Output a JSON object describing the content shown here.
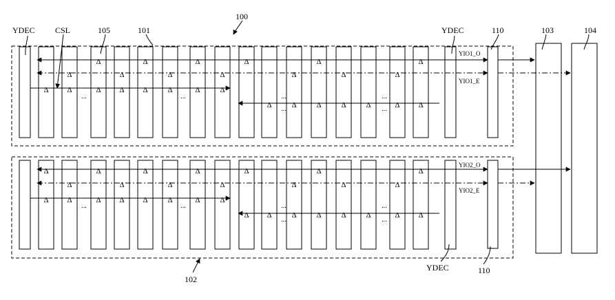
{
  "labels": {
    "ydec_top_left": "YDEC",
    "csl": "CSL",
    "ref_105": "105",
    "ref_101": "101",
    "ref_100": "100",
    "ydec_top_right": "YDEC",
    "ref_110_top": "110",
    "ref_103": "103",
    "ref_104": "104",
    "yio1_o": "YIO1_O",
    "yio1_e": "YIO1_E",
    "yio2_o": "YIO2_O",
    "yio2_e": "YIO2_E",
    "ydec_bottom": "YDEC",
    "ref_110_bottom": "110",
    "ref_102": "102"
  },
  "symbols": {
    "sense_amp": "Δ",
    "ellipsis": "..."
  }
}
